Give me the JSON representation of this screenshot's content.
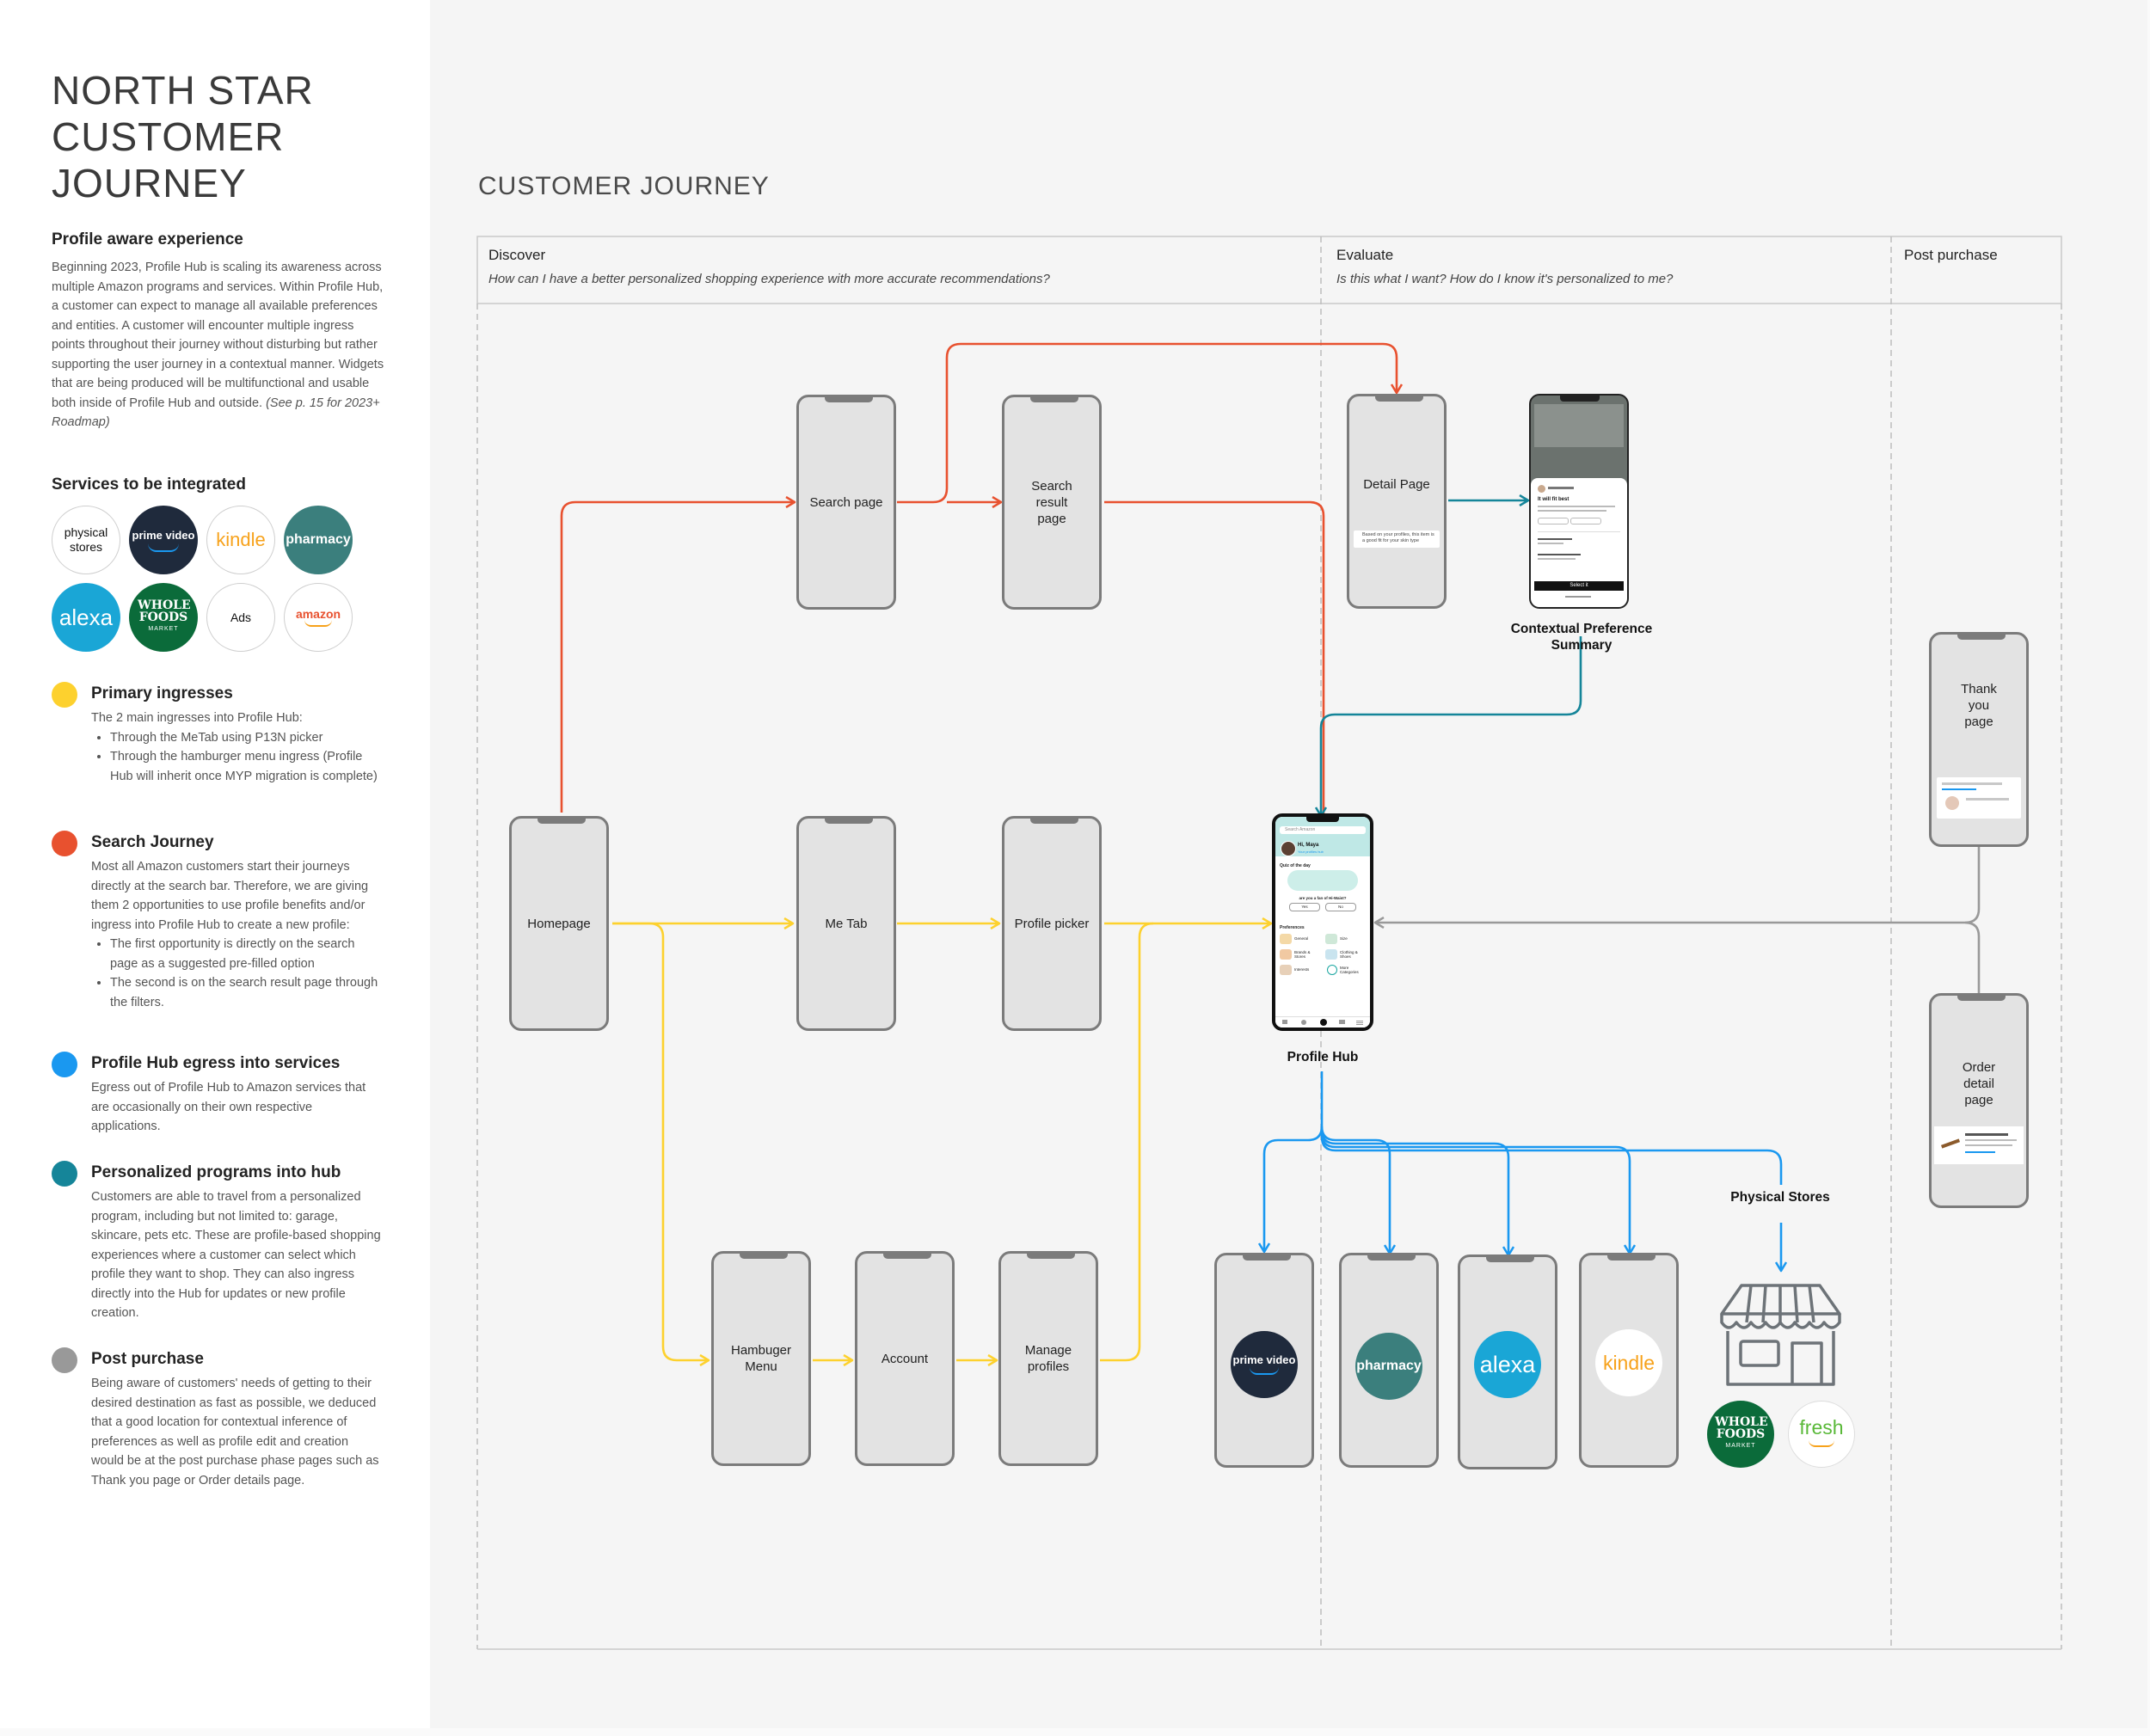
{
  "title_lines": [
    "NORTH STAR",
    "CUSTOMER",
    "JOURNEY"
  ],
  "intro": {
    "heading": "Profile aware experience",
    "paragraph": "Beginning 2023, Profile Hub is scaling its awareness across multiple Amazon programs and services. Within Profile Hub, a customer can expect to manage all available preferences and entities. A customer will encounter multiple ingress points throughout their journey without disturbing but rather supporting the user journey in a contextual manner. Widgets that are being produced will be multifunctional and usable both inside of Profile Hub and outside.",
    "roadmap_note": "(See p. 15 for 2023+ Roadmap)"
  },
  "services": {
    "heading": "Services to be integrated",
    "items": [
      {
        "label": "physical stores",
        "icon": "physical-stores-logo"
      },
      {
        "label": "prime video",
        "icon": "prime-video-logo"
      },
      {
        "label": "kindle",
        "icon": "kindle-logo"
      },
      {
        "label": "pharmacy",
        "icon": "pharmacy-logo"
      },
      {
        "label": "alexa",
        "icon": "alexa-logo"
      },
      {
        "label": "WHOLE FOODS",
        "sub": "MARKET",
        "icon": "whole-foods-logo"
      },
      {
        "label": "Ads",
        "icon": "ads-logo"
      },
      {
        "label": "amazon",
        "icon": "amazon-logo"
      }
    ]
  },
  "legend": [
    {
      "title": "Primary ingresses",
      "color": "#fdd12e",
      "body": "The 2 main ingresses into Profile Hub:",
      "bullets": [
        "Through the MeTab using P13N picker",
        "Through the hamburger menu ingress (Profile Hub will inherit once MYP migration is complete)"
      ]
    },
    {
      "title": "Search Journey",
      "color": "#e8512f",
      "body": "Most all Amazon customers start their journeys directly at the search bar. Therefore, we are giving them 2 opportunities to use profile benefits and/or ingress into Profile Hub to create a new profile:",
      "bullets": [
        "The first opportunity is directly on the search page as a suggested pre-filled option",
        "The second is on the search result page through the filters."
      ]
    },
    {
      "title": "Profile Hub egress into services",
      "color": "#1a98f0",
      "body": "Egress out of Profile Hub to Amazon services that are occasionally on their own respective applications.",
      "bullets": []
    },
    {
      "title": "Personalized programs into hub",
      "color": "#158599",
      "body": "Customers are able to travel from a personalized program, including but not limited to: garage, skincare, pets etc. These are profile-based shopping experiences where a customer can select which profile they want to shop. They can also ingress directly into the Hub for updates or new profile creation.",
      "bullets": []
    },
    {
      "title": "Post purchase",
      "color": "#999999",
      "body": "Being aware of customers' needs of getting to their desired destination as fast as possible, we deduced that a good location for contextual inference of preferences as well as profile edit and creation would be at the post purchase phase pages such as Thank you page or Order details page.",
      "bullets": []
    }
  ],
  "journey": {
    "title": "CUSTOMER JOURNEY",
    "phases": [
      {
        "name": "Discover",
        "question": "How can I have a better personalized shopping experience with more accurate recommendations?"
      },
      {
        "name": "Evaluate",
        "question": "Is this what I want? How do I know it's personalized to me?"
      },
      {
        "name": "Post purchase",
        "question": ""
      }
    ],
    "screens": {
      "search_page": "Search page",
      "search_result_page": "Search result page",
      "detail_page": "Detail Page",
      "homepage": "Homepage",
      "me_tab": "Me Tab",
      "profile_picker": "Profile picker",
      "hamburger_menu": "Hambuger Menu",
      "account": "Account",
      "manage_profiles": "Manage profiles",
      "thank_you_page": "Thank you page",
      "order_detail_page": "Order detail page"
    },
    "captions": {
      "contextual_summary": "Contextual Preference Summary",
      "profile_hub": "Profile Hub",
      "physical_stores": "Physical Stores"
    },
    "egress_logos": [
      "prime video",
      "pharmacy",
      "alexa",
      "kindle"
    ],
    "store_logos": [
      "WHOLE FOODS",
      "fresh"
    ],
    "profile_hub_mock": {
      "search_placeholder": "Search Amazon",
      "greeting": "Hi, Maya",
      "subtitle": "Your profiles hub",
      "section_day": "Quiz of the day",
      "quiz_question": "are you a fan of Hi-Waist?",
      "yes": "Yes",
      "no": "No",
      "section_prefs": "Preferences",
      "prefs": [
        "General",
        "Size",
        "Brands & Stores",
        "Clothing & Shoes",
        "Interests",
        "More Categories"
      ]
    },
    "contextual_mock": {
      "heading": "It will fit best",
      "button": "Select it"
    },
    "detail_note": "Based on your profiles, this item is a good fit for your skin type"
  },
  "colors": {
    "primary": "#fdd12e",
    "search": "#e8512f",
    "egress": "#1a98f0",
    "programs": "#158599",
    "post": "#999999"
  }
}
